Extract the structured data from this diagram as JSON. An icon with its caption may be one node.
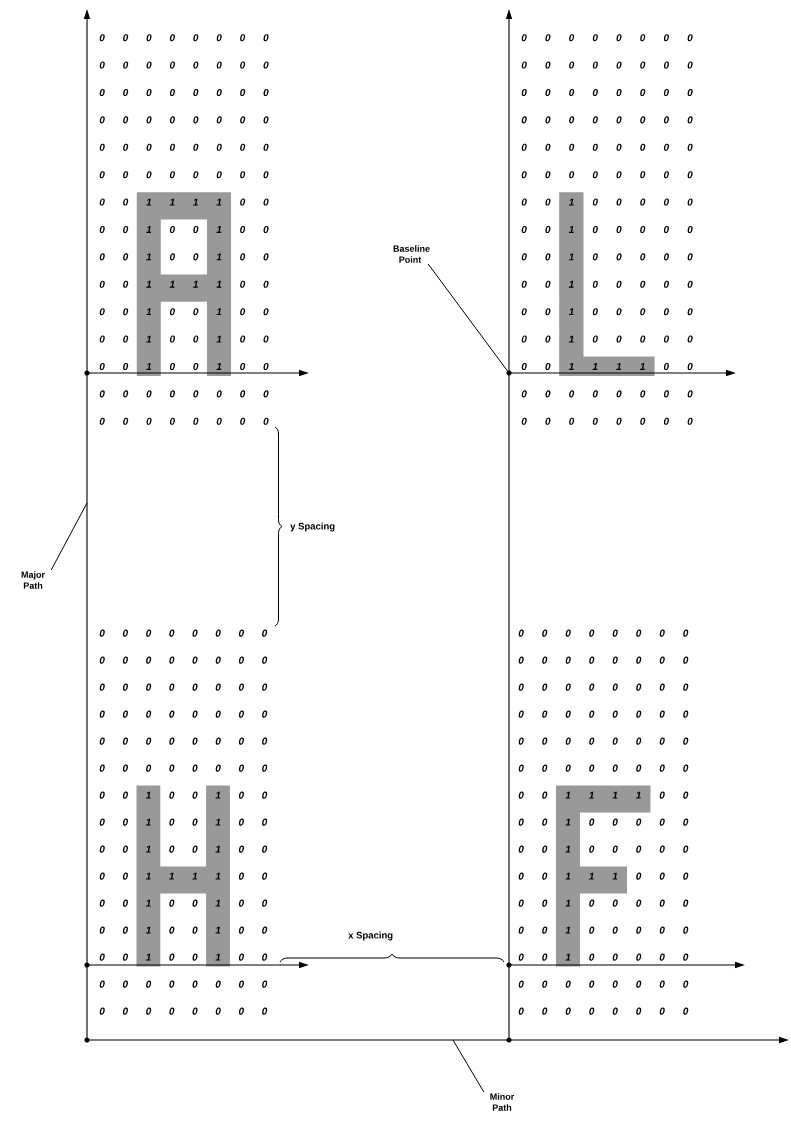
{
  "diagram": {
    "nodes": [
      {
        "text": [
          "Baseline Point"
        ]
      },
      {
        "text": [
          "Major Path"
        ]
      },
      {
        "text": [
          "Minor Path"
        ]
      },
      {
        "text": [],
        "shape": "circle"
      }
    ],
    "edges": [
      {
        "from": 0,
        "to": 3,
        "arrow": "none"
      },
      {
        "from": 1,
        "to": null,
        "arrow": "none"
      },
      {
        "from": 2,
        "to": null,
        "arrow": "none"
      }
    ],
    "labels": [
      "0 0 0 0 0 0 0 0",
      "0 0 0 0 0 0 0 0",
      "0 0 0 0 0 0 0 0",
      "0 0 0 0 0 0 0 0",
      "0 0 0 0 0 0 0 0",
      "0 0 0 0 0 0 0 0",
      "0 0 1 1 1 1 0 0",
      "0 0 1 0 0 1 0 0",
      "0 0 1 0 0 1 0 0",
      "0 0 1 1 1 1 0 0",
      "0 0 1 0 0 1 0 0",
      "0 0 1 0 0 1 0 0",
      "0 0 1 0 0 1 0 0",
      "0 0 0 0 0 0 0 0",
      "0 0 0 0 0 0 0 0",
      "0 0 0 0 0 0 0 0",
      "0 0 0 0 0 0 0 0",
      "0 0 0 0 0 0 0 0",
      "0 0 0 0 0 0 0 0",
      "0 0 0 0 0 0 0 0",
      "0 0 0 0 0 0 0 0",
      "0 0 1 0 0 0 0 0",
      "0 0 1 0 0 0 0 0",
      "0 0 1 0 0 0 0 0",
      "0 0 1 0 0 0 0 0",
      "0 0 1 0 0 0 0 0",
      "0 0 1 0 0 0 0 0",
      "0 0 1 1 1 1 0 0",
      "0 0 0 0 0 0 0 0",
      "0 0 0 0 0 0 0 0",
      "y Spacing",
      "0 0 0 0 0 0 0 0",
      "0 0 0 0 0 0 0 0",
      "0 0 0 0 0 0 0 0",
      "0 0 0 0 0 0 0 0",
      "0 0 0 0 0 0 0 0",
      "0 0 0 0 0 0 0 0",
      "0 0 1 0 0 1 0 0",
      "0 0 1 0 0 1 0 0",
      "0 0 1 0 0 1 0 0",
      "0 0 1 1 1 1 0 0",
      "0 0 1 0 0 1 0 0",
      "0 0 1 0 0 1 0 0",
      "0 0 1 0 0 1 0 0",
      "0 0 0 0 0 0 0 0",
      "0 0 0 0 0 0 0 0",
      "x Spacing",
      "0 0 0 0 0 0 0 0",
      "0 0 0 0 0 0 0 0",
      "0 0 0 0 0 0 0 0",
      "0 0 0 0 0 0 0 0",
      "0 0 0 0 0 0 0 0",
      "0 0 0 0 0 0 0 0",
      "0 0 1 1 1 1 0 0",
      "0 0 1 0 0 0 0 0",
      "0 0 1 0 0 0 0 0",
      "0 0 1 1 1 0 0 0",
      "0 0 1 0 0 0 0 0",
      "0 0 1 0 0 0 0 0",
      "0 0 1 0 0 0 0 0",
      "0 0 0 0 0 0 0 0",
      "0 0 0 0 0 0 0 0"
    ]
  }
}
